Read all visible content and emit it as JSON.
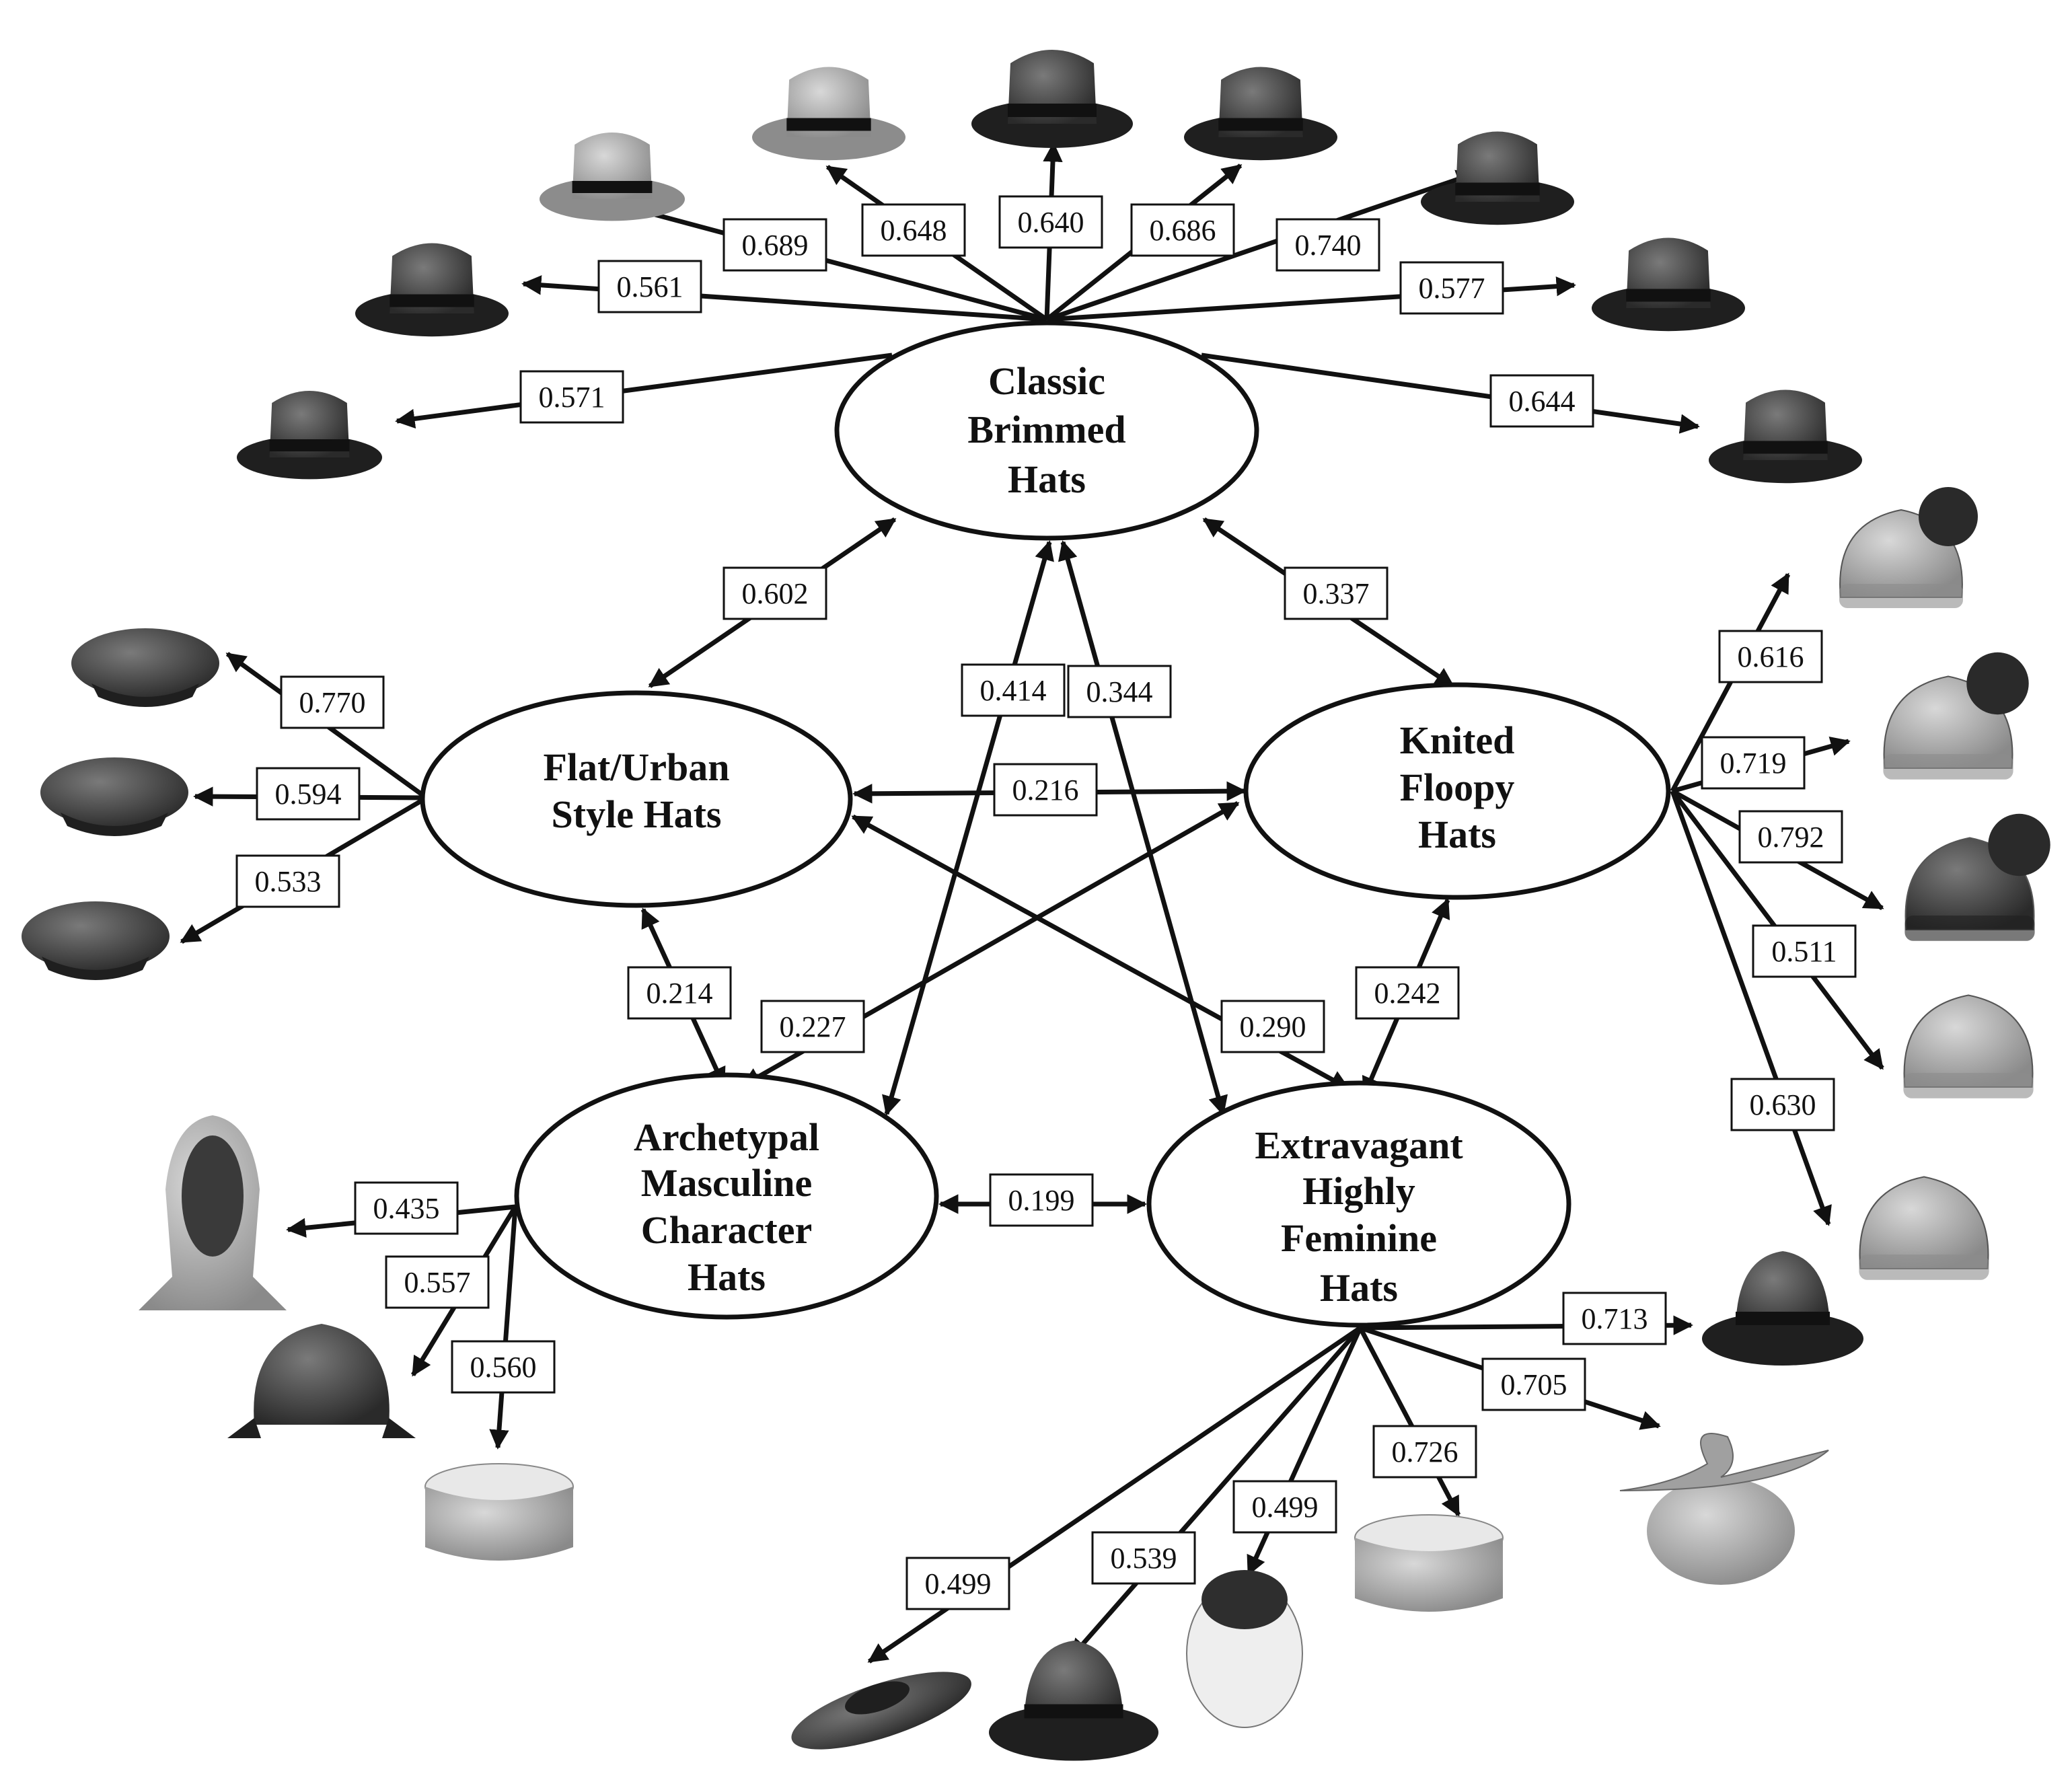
{
  "factors": {
    "classic": {
      "lines": [
        "Classic",
        "Brimmed",
        "Hats"
      ]
    },
    "flat": {
      "lines": [
        "Flat/Urban",
        "Style Hats"
      ]
    },
    "knitted": {
      "lines": [
        "Knited",
        "Floopy",
        "Hats"
      ]
    },
    "masculine": {
      "lines": [
        "Archetypal",
        "Masculine",
        "Character",
        "Hats"
      ]
    },
    "feminine": {
      "lines": [
        "Extravagant",
        "Highly",
        "Feminine",
        "Hats"
      ]
    }
  },
  "loadings": {
    "classic": [
      "0.571",
      "0.561",
      "0.689",
      "0.648",
      "0.640",
      "0.686",
      "0.740",
      "0.577",
      "0.644"
    ],
    "flat": [
      "0.770",
      "0.594",
      "0.533"
    ],
    "knitted": [
      "0.616",
      "0.719",
      "0.792",
      "0.511",
      "0.630"
    ],
    "masculine": [
      "0.435",
      "0.557",
      "0.560"
    ],
    "feminine": [
      "0.713",
      "0.705",
      "0.726",
      "0.499",
      "0.539",
      "0.499"
    ]
  },
  "correlations": {
    "classic_flat": "0.602",
    "classic_knitted": "0.337",
    "classic_masculine": "0.414",
    "classic_feminine": "0.344",
    "flat_knitted": "0.216",
    "flat_masculine": "0.214",
    "knitted_masculine": "0.227",
    "flat_feminine": "0.290",
    "knitted_feminine": "0.242",
    "masculine_feminine": "0.199"
  },
  "hat_icons": {
    "classic": [
      "gambler-hat-icon",
      "cowboy-hat-icon",
      "panama-hat-icon",
      "boater-hat-icon",
      "bowler-hat-icon",
      "fedora-hat-icon",
      "homburg-hat-icon",
      "pork-pie-hat-icon",
      "trilby-hat-icon"
    ],
    "flat": [
      "beret-icon",
      "fisherman-cap-icon",
      "newsboy-cap-icon"
    ],
    "knitted": [
      "slouch-beret-pompom-icon",
      "pompom-beanie-icon",
      "long-pompom-beanie-icon",
      "cuffed-beanie-icon",
      "slouchy-beanie-icon"
    ],
    "masculine": [
      "balaclava-icon",
      "deerstalker-hat-icon",
      "sailor-cap-icon"
    ],
    "feminine": [
      "cloche-hat-icon",
      "fascinator-bow-icon",
      "pillbox-hat-icon",
      "veiled-fascinator-icon",
      "cloche-bow-hat-icon",
      "wide-brim-saucer-hat-icon"
    ]
  }
}
